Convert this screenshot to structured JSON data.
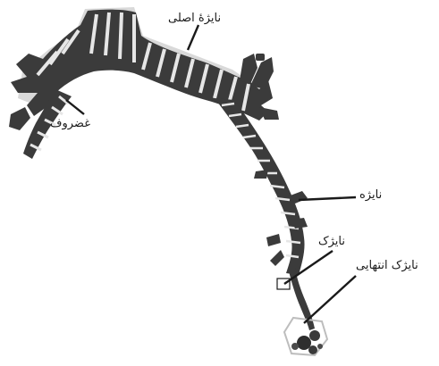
{
  "labels": {
    "main_bronchus": "نایژهٔ اصلی",
    "cartilage": "غضروف",
    "bronchus": "نایژه",
    "bronchiole": "نایژک",
    "terminal_bronchiole": "نایژک انتهایی"
  },
  "colors": {
    "background": "#ffffff",
    "airway_wall": "#3a3a3a",
    "cartilage_ring": "#1c1c1c",
    "airway_light": "#cfcfcf",
    "leader_line": "#1a1a1a"
  }
}
